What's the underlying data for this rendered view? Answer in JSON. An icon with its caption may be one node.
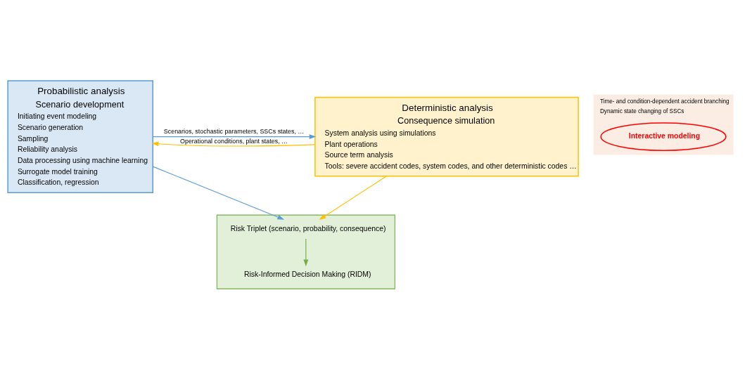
{
  "diagram": {
    "nodes": [
      {
        "text": [
          "Probabilistic analysis",
          "Scenario development",
          "Initiating event modeling",
          "Scenario generation",
          "Sampling",
          "Reliability analysis",
          "Data processing using machine learning",
          "Surrogate model training",
          "Classification, regression"
        ]
      },
      {
        "text": [
          "Time- and condition-dependent accident branching",
          "Dynamic state changing of SSCs"
        ]
      },
      {
        "text": [
          "Interactive modeling"
        ],
        "in": 1
      },
      {
        "text": [
          "Deterministic analysis",
          "Consequence simulation",
          "System analysis using simulations",
          "Plant operations",
          "Source term analysis",
          "Tools: severe accident codes, system codes, and other deterministic codes …"
        ]
      },
      {
        "text": [],
        "shape": "box"
      },
      {
        "text": [
          "Risk Triplet (scenario, probability, consequence)"
        ],
        "in": 4
      },
      {
        "text": [
          "Risk-Informed Decision Making (RIDM)"
        ],
        "in": 4
      }
    ],
    "edges": [
      {
        "from": 0,
        "to": 3,
        "arrow": "to",
        "label": "Scenarios, stochastic parameters, SSCs states, …",
        "color": "#5b9bd5"
      },
      {
        "from": 3,
        "to": 0,
        "arrow": "to",
        "label": "Operational conditions, plant states, …",
        "color": "#ffc000"
      },
      {
        "from": 0,
        "to": 5,
        "arrow": "to",
        "color": "#5b9bd5"
      },
      {
        "from": 3,
        "to": 5,
        "arrow": "to",
        "color": "#ffc000"
      },
      {
        "from": 5,
        "to": 6,
        "arrow": "to",
        "color": "#70ad47"
      }
    ]
  }
}
